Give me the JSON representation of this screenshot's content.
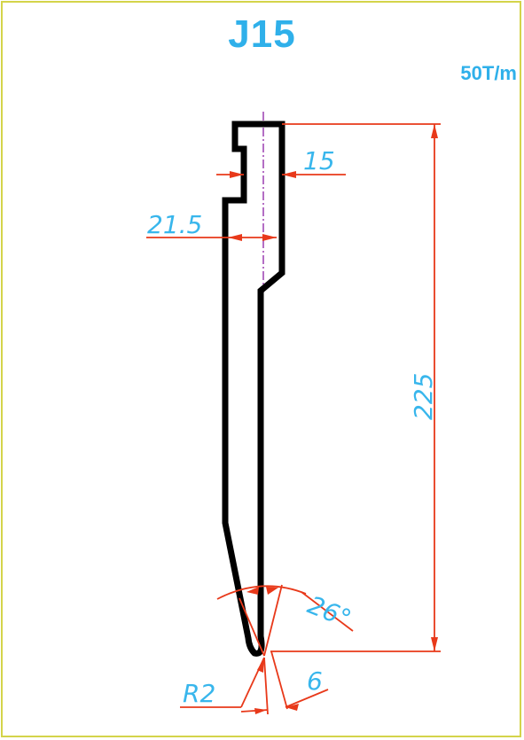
{
  "title": "J15",
  "rating": "50T/m",
  "dimensions": {
    "width_top": "15",
    "width_body": "21.5",
    "height": "225",
    "tip_angle": "26°",
    "tip_radius": "R2",
    "tip_offset": "6"
  },
  "colors": {
    "outline": "#000000",
    "dimension_line": "#e8391a",
    "dimension_text": "#38b6ec",
    "center_line": "#9b3fb0",
    "frame": "#d4d44a"
  }
}
